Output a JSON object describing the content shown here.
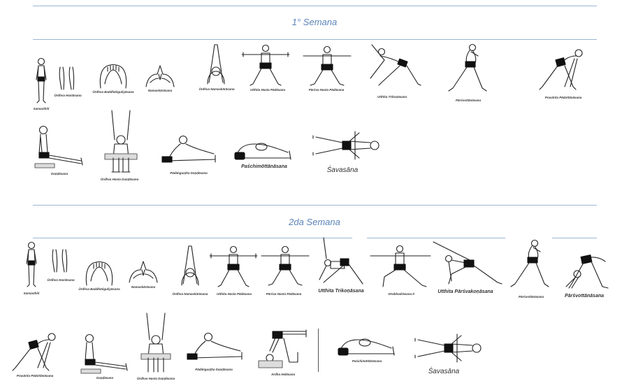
{
  "week1": {
    "title": "1° Semana",
    "poses": [
      "Samasthiti",
      "Ūrdhva Hastāsana",
      "Ūrdhva Baddhāṅguliyāsana",
      "Namaskārāsana",
      "Ūrdhva Namaskārāsana",
      "Utthita Hasta Pādāsana",
      "Pārśva Hasta Pādāsana",
      "Utthita Trikoṇāsana",
      "Pārśvottānāsana",
      "Prasārita Pādottānāsana",
      "Daṇḍāsana",
      "Ūrdhva Hasta Daṇḍāsana",
      "Pādāṅguṣṭha Daṇḍāsana",
      "Paśchimōttānāsana",
      "Śavasāna"
    ]
  },
  "week2": {
    "title": "2da Semana",
    "poses": [
      "Samasthiti",
      "Ūrdhva Hastāsana",
      "Ūrdhva Baddhāṅguliyāsana",
      "Namaskārāsana",
      "Ūrdhva Namaskārāsana",
      "Utthita Hasta Pādāsana",
      "Pārśva Hasta Pādāsana",
      "Utthita Trikoṇāsana",
      "Vīrabhadrāsana II",
      "Utthita Pārśvakoṇāsana",
      "Pārśvottānāsana",
      "Pārśvottānāsana",
      "Prasārita Pādottānāsana",
      "Daṇḍāsana",
      "Ūrdhva Hasta Daṇḍāsana",
      "Pādāṅguṣṭha Daṇḍāsana",
      "Ardha Halāsana",
      "Paśchimōttānāsana",
      "Śavasāna"
    ]
  }
}
